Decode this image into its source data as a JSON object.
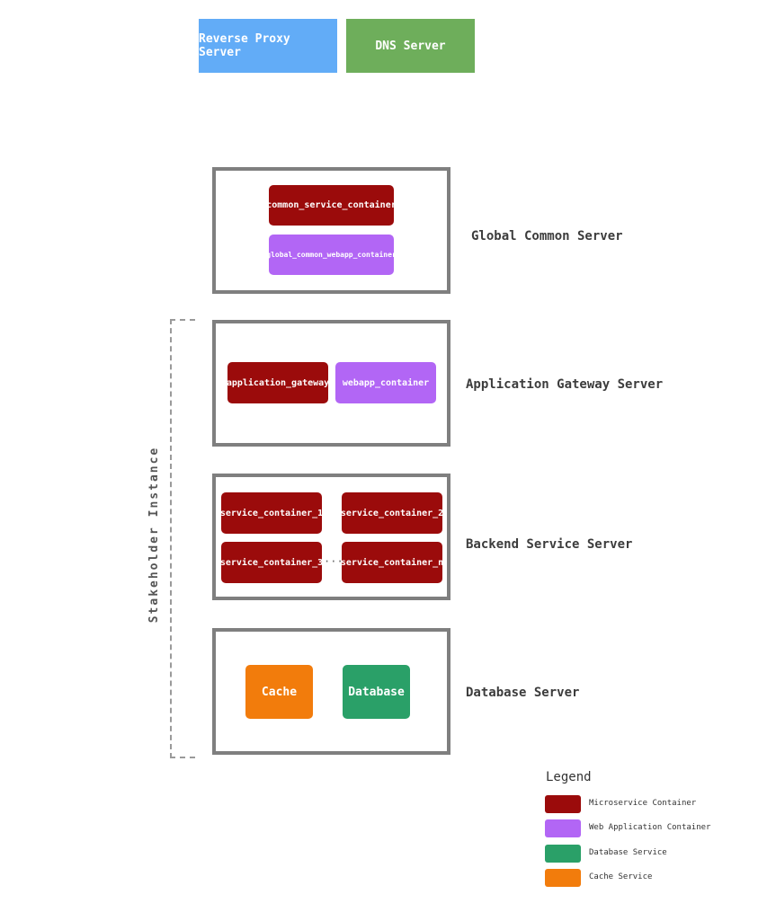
{
  "top_boxes": {
    "reverse_proxy": "Reverse Proxy Server",
    "dns": "DNS Server"
  },
  "servers": {
    "global_common": {
      "label": "Global Common Server",
      "containers": [
        "common_service_container",
        "global_common_webapp_container"
      ]
    },
    "application_gateway": {
      "label": "Application Gateway Server",
      "containers": [
        "application_gateway",
        "webapp_container"
      ]
    },
    "backend_service": {
      "label": "Backend Service Server",
      "containers": [
        "service_container_1",
        "service_container_2",
        "service_container_3",
        "service_container_n"
      ],
      "ellipsis": "···"
    },
    "database": {
      "label": "Database Server",
      "containers": [
        "Cache",
        "Database"
      ]
    }
  },
  "stakeholder_label": "Stakeholder Instance",
  "legend": {
    "title": "Legend",
    "items": [
      {
        "label": "Microservice Container",
        "color": "#9b0b0b"
      },
      {
        "label": "Web Application Container",
        "color": "#b266f5"
      },
      {
        "label": "Database Service",
        "color": "#2aa068"
      },
      {
        "label": "Cache Service",
        "color": "#f27c0c"
      }
    ]
  },
  "colors": {
    "reverse_proxy": "#62acf7",
    "dns": "#6eae5b",
    "microservice": "#9b0b0b",
    "webapp": "#b266f5",
    "database": "#2aa068",
    "cache": "#f27c0c",
    "frame": "#7f7f7f"
  }
}
